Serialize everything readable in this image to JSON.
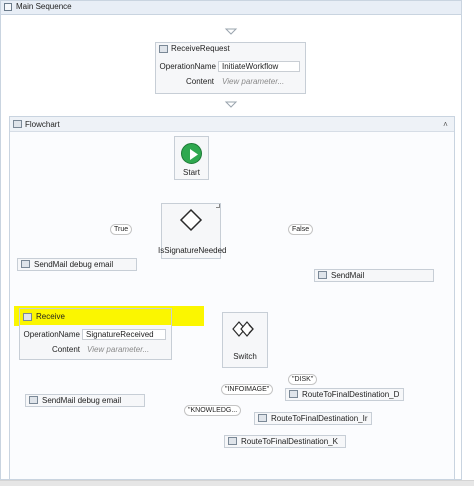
{
  "main_sequence": {
    "title": "Main Sequence"
  },
  "receive_request": {
    "title": "ReceiveRequest",
    "operation_label": "OperationName",
    "operation_value": "InitiateWorkflow",
    "content_label": "Content",
    "content_placeholder": "View parameter..."
  },
  "flowchart": {
    "title": "Flowchart",
    "start_label": "Start",
    "decision_label": "IsSignatureNeeded",
    "true_label": "True",
    "false_label": "False",
    "sendmail_debug_1": "SendMail debug email",
    "sendmail": "SendMail",
    "receive": {
      "title": "Receive",
      "operation_label": "OperationName",
      "operation_value": "SignatureReceived",
      "content_label": "Content",
      "content_placeholder": "View parameter..."
    },
    "switch_label": "Switch",
    "sendmail_debug_2": "SendMail debug email",
    "case_disk": "\"DISK\"",
    "case_infoimage": "\"INFOIMAGE\"",
    "case_knowledge": "\"KNOWLEDG...",
    "route_d": "RouteToFinalDestination_D",
    "route_ir": "RouteToFinalDestination_Ir",
    "route_k": "RouteToFinalDestination_K"
  },
  "colors": {
    "highlight": "#fbf600",
    "start_green": "#2fa84f",
    "border": "#c9d4e0"
  },
  "icons": [
    "sequence-icon",
    "receive-icon",
    "flowchart-icon",
    "collapse-icon",
    "play-icon",
    "decision-diamond-icon",
    "switch-icon",
    "sendmail-icon",
    "route-icon",
    "expand-arrow-icon"
  ]
}
